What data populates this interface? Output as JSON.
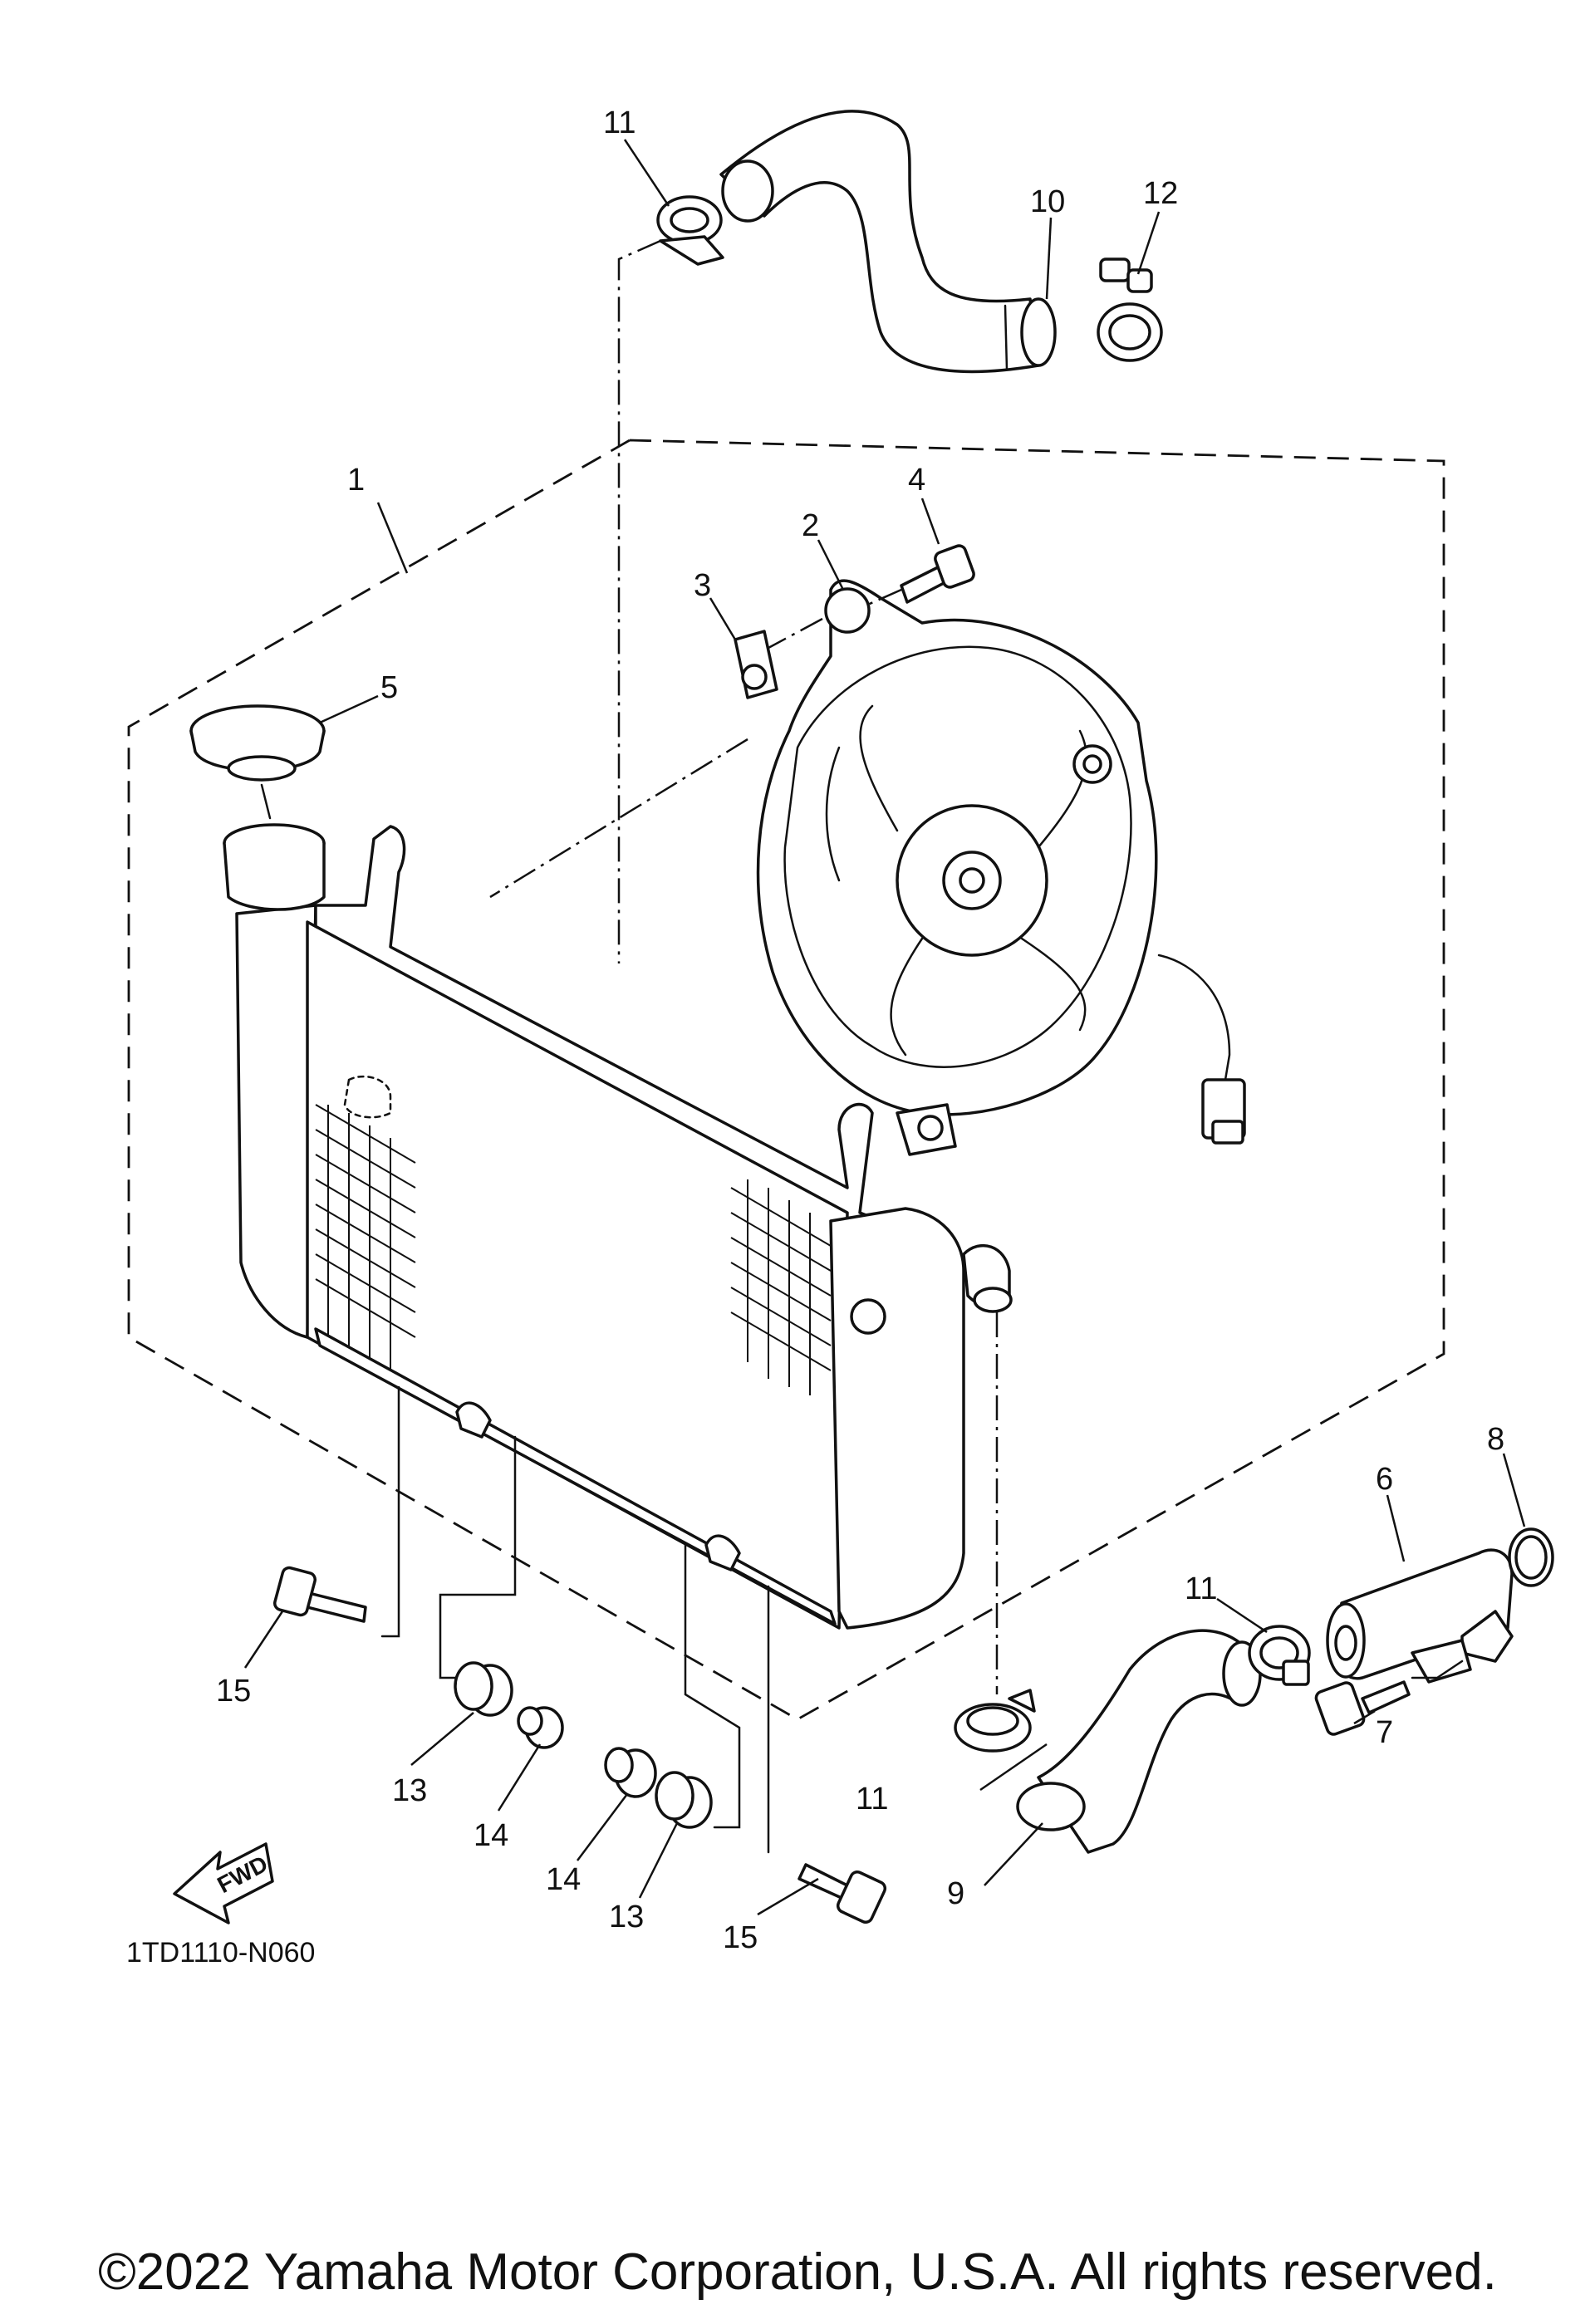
{
  "diagram": {
    "drawing_code": "1TD1110-N060",
    "copyright": "©2022 Yamaha Motor Corporation, U.S.A. All rights reserved.",
    "fwd_label": "FWD",
    "callouts": {
      "c1": "1",
      "c2": "2",
      "c3": "3",
      "c4": "4",
      "c5": "5",
      "c6": "6",
      "c7": "7",
      "c8": "8",
      "c9": "9",
      "c10": "10",
      "c11a": "11",
      "c11b": "11",
      "c11c": "11",
      "c12": "12",
      "c13a": "13",
      "c13b": "13",
      "c14a": "14",
      "c14b": "14",
      "c15a": "15",
      "c15b": "15"
    }
  }
}
